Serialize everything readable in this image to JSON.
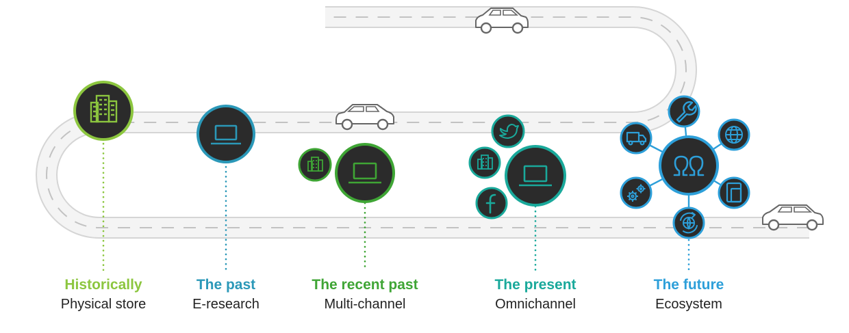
{
  "colors": {
    "lime": "#8cc63f",
    "teal_blue": "#2b98b8",
    "green": "#3fa535",
    "teal": "#1aa99b",
    "blue": "#2d9fd9",
    "dark": "#2b2b2b",
    "road_edge": "#d5d5d5",
    "road_fill": "#f4f4f4",
    "lane_dash": "#c2c2c2"
  },
  "stages": [
    {
      "title": "Historically",
      "subtitle": "Physical store",
      "color": "#8cc63f",
      "icons": [
        "building-icon"
      ]
    },
    {
      "title": "The past",
      "subtitle": "E-research",
      "color": "#2b98b8",
      "icons": [
        "laptop-icon"
      ]
    },
    {
      "title": "The recent past",
      "subtitle": "Multi-channel",
      "color": "#3fa535",
      "icons": [
        "laptop-icon",
        "building-icon"
      ]
    },
    {
      "title": "The present",
      "subtitle": "Omnichannel",
      "color": "#1aa99b",
      "icons": [
        "laptop-icon",
        "twitter-icon",
        "building-icon",
        "facebook-icon"
      ]
    },
    {
      "title": "The future",
      "subtitle": "Ecosystem",
      "color": "#2d9fd9",
      "icons": [
        "people-network-icon",
        "wrench-icon",
        "globe-icon",
        "tablet-icon",
        "refresh-globe-icon",
        "gears-icon",
        "truck-icon"
      ]
    }
  ],
  "cars": [
    "car-icon",
    "car-icon",
    "car-icon"
  ]
}
